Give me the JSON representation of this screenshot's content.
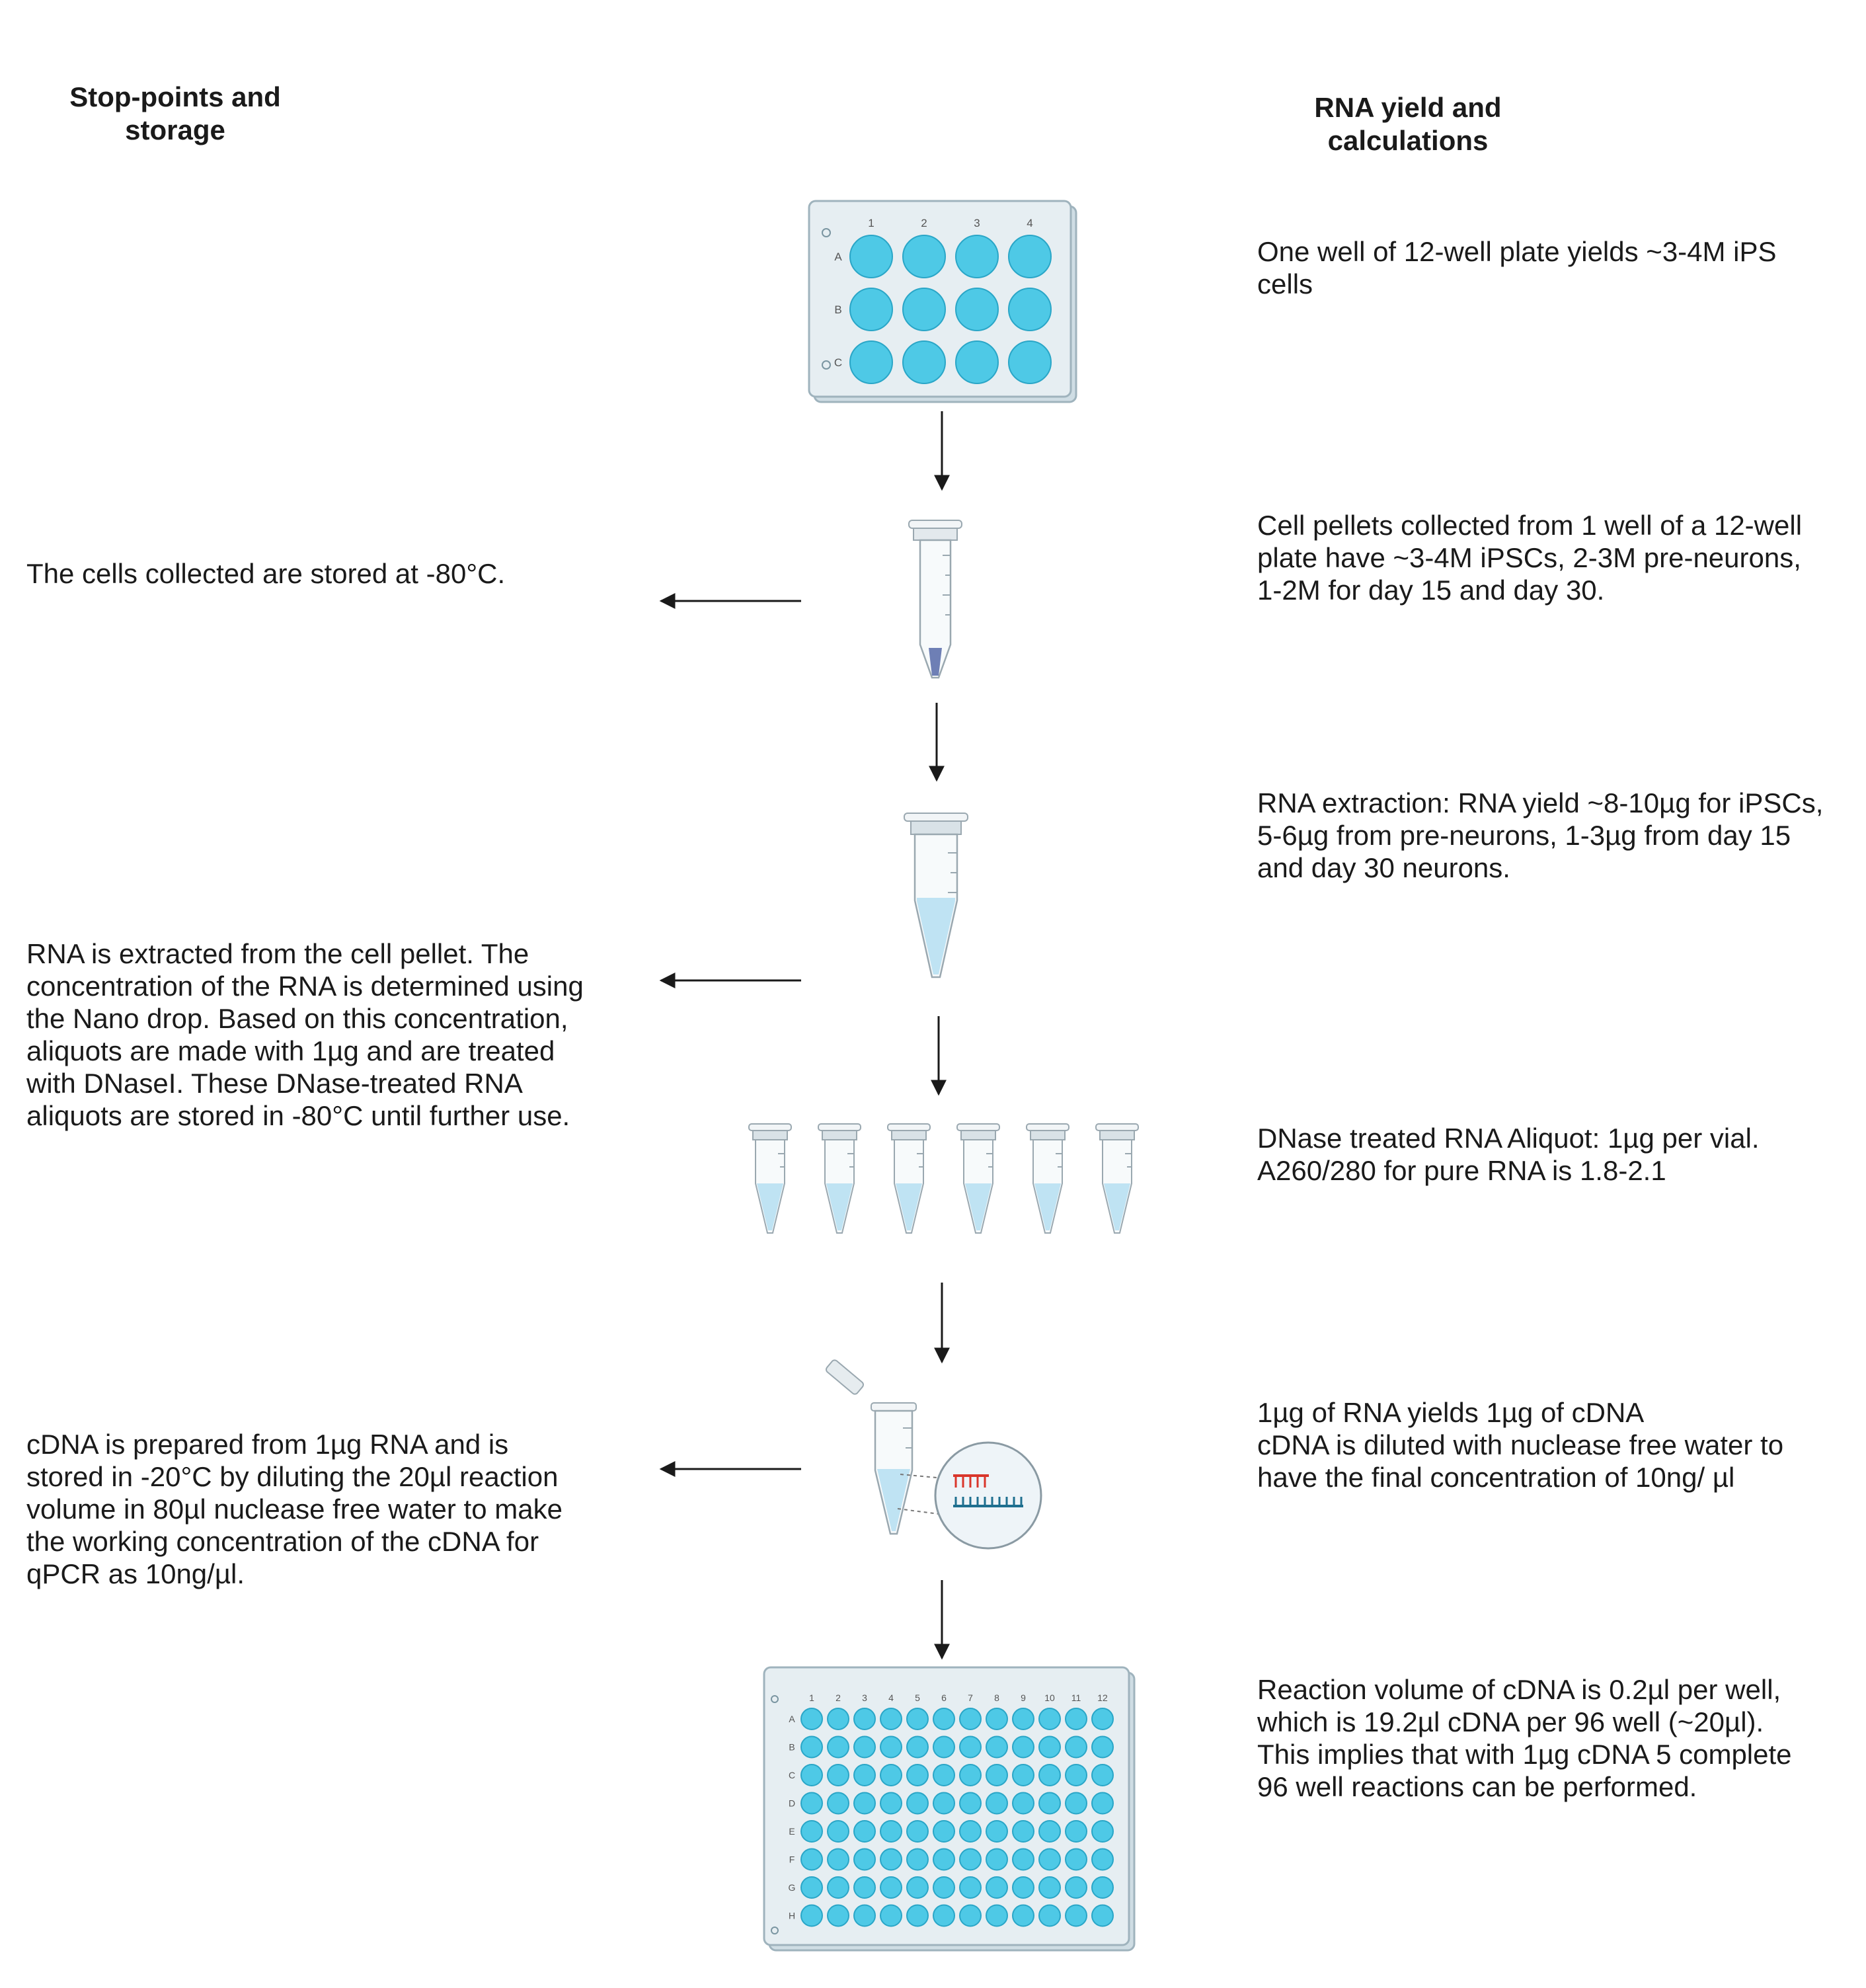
{
  "headers": {
    "left": "Stop-points and\nstorage",
    "right": "RNA yield and\ncalculations"
  },
  "left_notes": [
    "The cells collected are stored at -80°C.",
    "RNA is extracted from the cell pellet. The\nconcentration of the RNA is determined using\nthe Nano drop. Based on this concentration,\naliquots are made with 1µg and are treated\nwith DNaseI. These DNase-treated RNA\naliquots are stored in -80°C until further use.",
    "cDNA is prepared from 1µg RNA and is\nstored in -20°C by diluting the 20µl reaction\nvolume in 80µl nuclease free water to make\nthe working concentration of the cDNA for\nqPCR as 10ng/µl."
  ],
  "right_notes": [
    "One well of 12-well plate yields ~3-4M iPS\ncells",
    "Cell pellets collected from 1 well of a 12-well\nplate have ~3-4M iPSCs, 2-3M pre-neurons,\n1-2M for day 15 and day 30.",
    "RNA extraction: RNA yield ~8-10µg for iPSCs,\n5-6µg from pre-neurons, 1-3µg from day 15\nand day 30 neurons.",
    "DNase treated RNA Aliquot: 1µg per vial.\nA260/280 for pure RNA is 1.8-2.1",
    "1µg of RNA yields 1µg of cDNA\ncDNA is diluted with nuclease free water to\nhave the final concentration of 10ng/ µl",
    "Reaction volume of cDNA is 0.2µl per well,\nwhich is 19.2µl cDNA per 96 well (~20µl).\nThis implies that with 1µg cDNA 5 complete\n96 well reactions can be performed."
  ],
  "plate12": {
    "cols": [
      "1",
      "2",
      "3",
      "4"
    ],
    "rows": [
      "A",
      "B",
      "C"
    ]
  },
  "plate96": {
    "cols": [
      "1",
      "2",
      "3",
      "4",
      "5",
      "6",
      "7",
      "8",
      "9",
      "10",
      "11",
      "12"
    ],
    "rows": [
      "A",
      "B",
      "C",
      "D",
      "E",
      "F",
      "G",
      "H"
    ]
  },
  "colors": {
    "well": "#4ec9e6",
    "well_stroke": "#2aa6c7",
    "plate": "#e6eef2",
    "liquid": "#bfe3f3",
    "pellet": "#6e7fb5",
    "arrow": "#1a1a1a",
    "primer": "#d9362b",
    "cdna": "#1f6f8f"
  },
  "icons": [
    "12-well-plate-icon",
    "microtube-pellet-icon",
    "microtube-rna-icon",
    "aliquot-tubes-icon",
    "cdna-tube-magnifier-icon",
    "96-well-plate-icon"
  ]
}
